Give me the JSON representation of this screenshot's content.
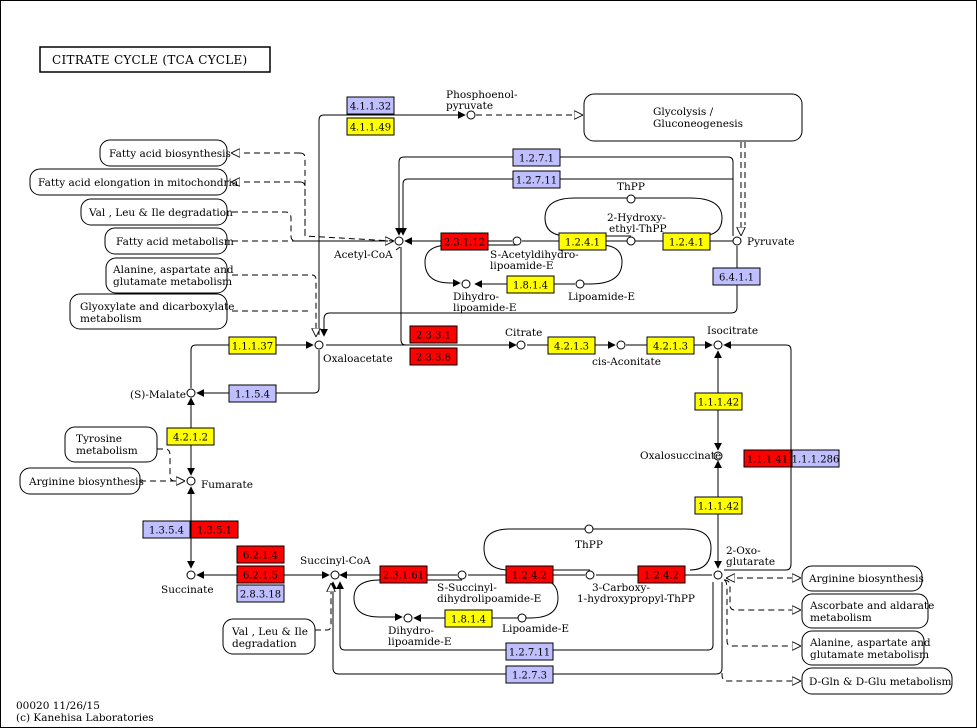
{
  "title": "CITRATE  CYCLE  (TCA CYCLE)",
  "footer": {
    "line1": "00020 11/26/15",
    "line2": "(c) Kanehisa Laboratories"
  },
  "colors": {
    "red": "#ff0000",
    "yellow": "#ffff00",
    "blue": "#bfbfff"
  },
  "compounds": {
    "pep": [
      "Phosphoenol-",
      "pyruvate"
    ],
    "acetylcoa": "Acetyl-CoA",
    "pyruvate": "Pyruvate",
    "thpp_top": "ThPP",
    "hydroxyethyl": [
      "2-Hydroxy-",
      "ethyl-ThPP"
    ],
    "sacetyl": [
      "S-Acetyldihydro-",
      "lipoamide-E"
    ],
    "dihydro_top": [
      "Dihydro-",
      "lipoamide-E"
    ],
    "lipoamide_top": "Lipoamide-E",
    "citrate": "Citrate",
    "cisaconitate": "cis-Aconitate",
    "isocitrate": "Isocitrate",
    "oxaloacetate": "Oxaloacetate",
    "malate": "(S)-Malate",
    "fumarate": "Fumarate",
    "oxalosuccinate": "Oxalosuccinate",
    "oxoglutarate": [
      "2-Oxo-",
      "glutarate"
    ],
    "succinate": "Succinate",
    "succinylcoa": "Succinyl-CoA",
    "thpp_bottom": "ThPP",
    "ssuccinyl": [
      "S-Succinyl-",
      "dihydrolipoamide-E"
    ],
    "carboxy": [
      "3-Carboxy-",
      "1-hydroxypropyl-ThPP"
    ],
    "dihydro_bottom": [
      "Dihydro-",
      "lipoamide-E"
    ],
    "lipoamide_bottom": "Lipoamide-E"
  },
  "pathways": {
    "glycolysis": [
      "Glycolysis /",
      "Gluconeogenesis"
    ],
    "fatty_biosynthesis": "Fatty acid biosynthesis",
    "fatty_elongation": "Fatty acid elongation in mitochondria",
    "vli_degradation_top": "Val , Leu & Ile degradation",
    "fatty_metabolism": "Fatty acid metabolism",
    "ala_asp_glu_left": [
      "Alanine, aspartate and",
      "glutamate metabolism"
    ],
    "glyoxylate": [
      "Glyoxylate and dicarboxylate",
      "metabolism"
    ],
    "tyrosine": [
      "Tyrosine",
      "metabolism"
    ],
    "arginine_left": "Arginine biosynthesis",
    "vli_degradation_bottom": [
      "Val , Leu & Ile",
      "degradation"
    ],
    "arginine_right": "Arginine biosynthesis",
    "ascorbate": [
      "Ascorbate and aldarate",
      "metabolism"
    ],
    "ala_asp_glu_right": [
      "Alanine, aspartate and",
      "glutamate metabolism"
    ],
    "dgln": "D-Gln & D-Glu metabolism"
  },
  "enzymes": {
    "e4_1_1_32": {
      "label": "4.1.1.32",
      "color": "blue"
    },
    "e4_1_1_49": {
      "label": "4.1.1.49",
      "color": "yellow"
    },
    "e1_2_7_1": {
      "label": "1.2.7.1",
      "color": "blue"
    },
    "e1_2_7_11_top": {
      "label": "1.2.7.11",
      "color": "blue"
    },
    "e2_3_1_12": {
      "label": "2.3.1.12",
      "color": "red"
    },
    "e1_2_4_1_a": {
      "label": "1.2.4.1",
      "color": "yellow"
    },
    "e1_2_4_1_b": {
      "label": "1.2.4.1",
      "color": "yellow"
    },
    "e1_8_1_4_top": {
      "label": "1.8.1.4",
      "color": "yellow"
    },
    "e6_4_1_1": {
      "label": "6.4.1.1",
      "color": "blue"
    },
    "e2_3_3_1": {
      "label": "2.3.3.1",
      "color": "red"
    },
    "e2_3_3_8": {
      "label": "2.3.3.8",
      "color": "red"
    },
    "e4_2_1_3_a": {
      "label": "4.2.1.3",
      "color": "yellow"
    },
    "e4_2_1_3_b": {
      "label": "4.2.1.3",
      "color": "yellow"
    },
    "e1_1_1_37": {
      "label": "1.1.1.37",
      "color": "yellow"
    },
    "e1_1_5_4": {
      "label": "1.1.5.4",
      "color": "blue"
    },
    "e4_2_1_2": {
      "label": "4.2.1.2",
      "color": "yellow"
    },
    "e1_1_1_42_a": {
      "label": "1.1.1.42",
      "color": "yellow"
    },
    "e1_1_1_41": {
      "label": "1.1.1.41",
      "color": "red"
    },
    "e1_1_1_286": {
      "label": "1.1.1.286",
      "color": "blue"
    },
    "e1_1_1_42_b": {
      "label": "1.1.1.42",
      "color": "yellow"
    },
    "e1_3_5_4": {
      "label": "1.3.5.4",
      "color": "blue"
    },
    "e1_3_5_1": {
      "label": "1.3.5.1",
      "color": "red"
    },
    "e6_2_1_4": {
      "label": "6.2.1.4",
      "color": "red"
    },
    "e6_2_1_5": {
      "label": "6.2.1.5",
      "color": "red"
    },
    "e2_8_3_18": {
      "label": "2.8.3.18",
      "color": "blue"
    },
    "e2_3_1_61": {
      "label": "2.3.1.61",
      "color": "red"
    },
    "e1_2_4_2_a": {
      "label": "1.2.4.2",
      "color": "red"
    },
    "e1_2_4_2_b": {
      "label": "1.2.4.2",
      "color": "red"
    },
    "e1_8_1_4_bottom": {
      "label": "1.8.1.4",
      "color": "yellow"
    },
    "e1_2_7_11_bottom": {
      "label": "1.2.7.11",
      "color": "blue"
    },
    "e1_2_7_3": {
      "label": "1.2.7.3",
      "color": "blue"
    }
  }
}
